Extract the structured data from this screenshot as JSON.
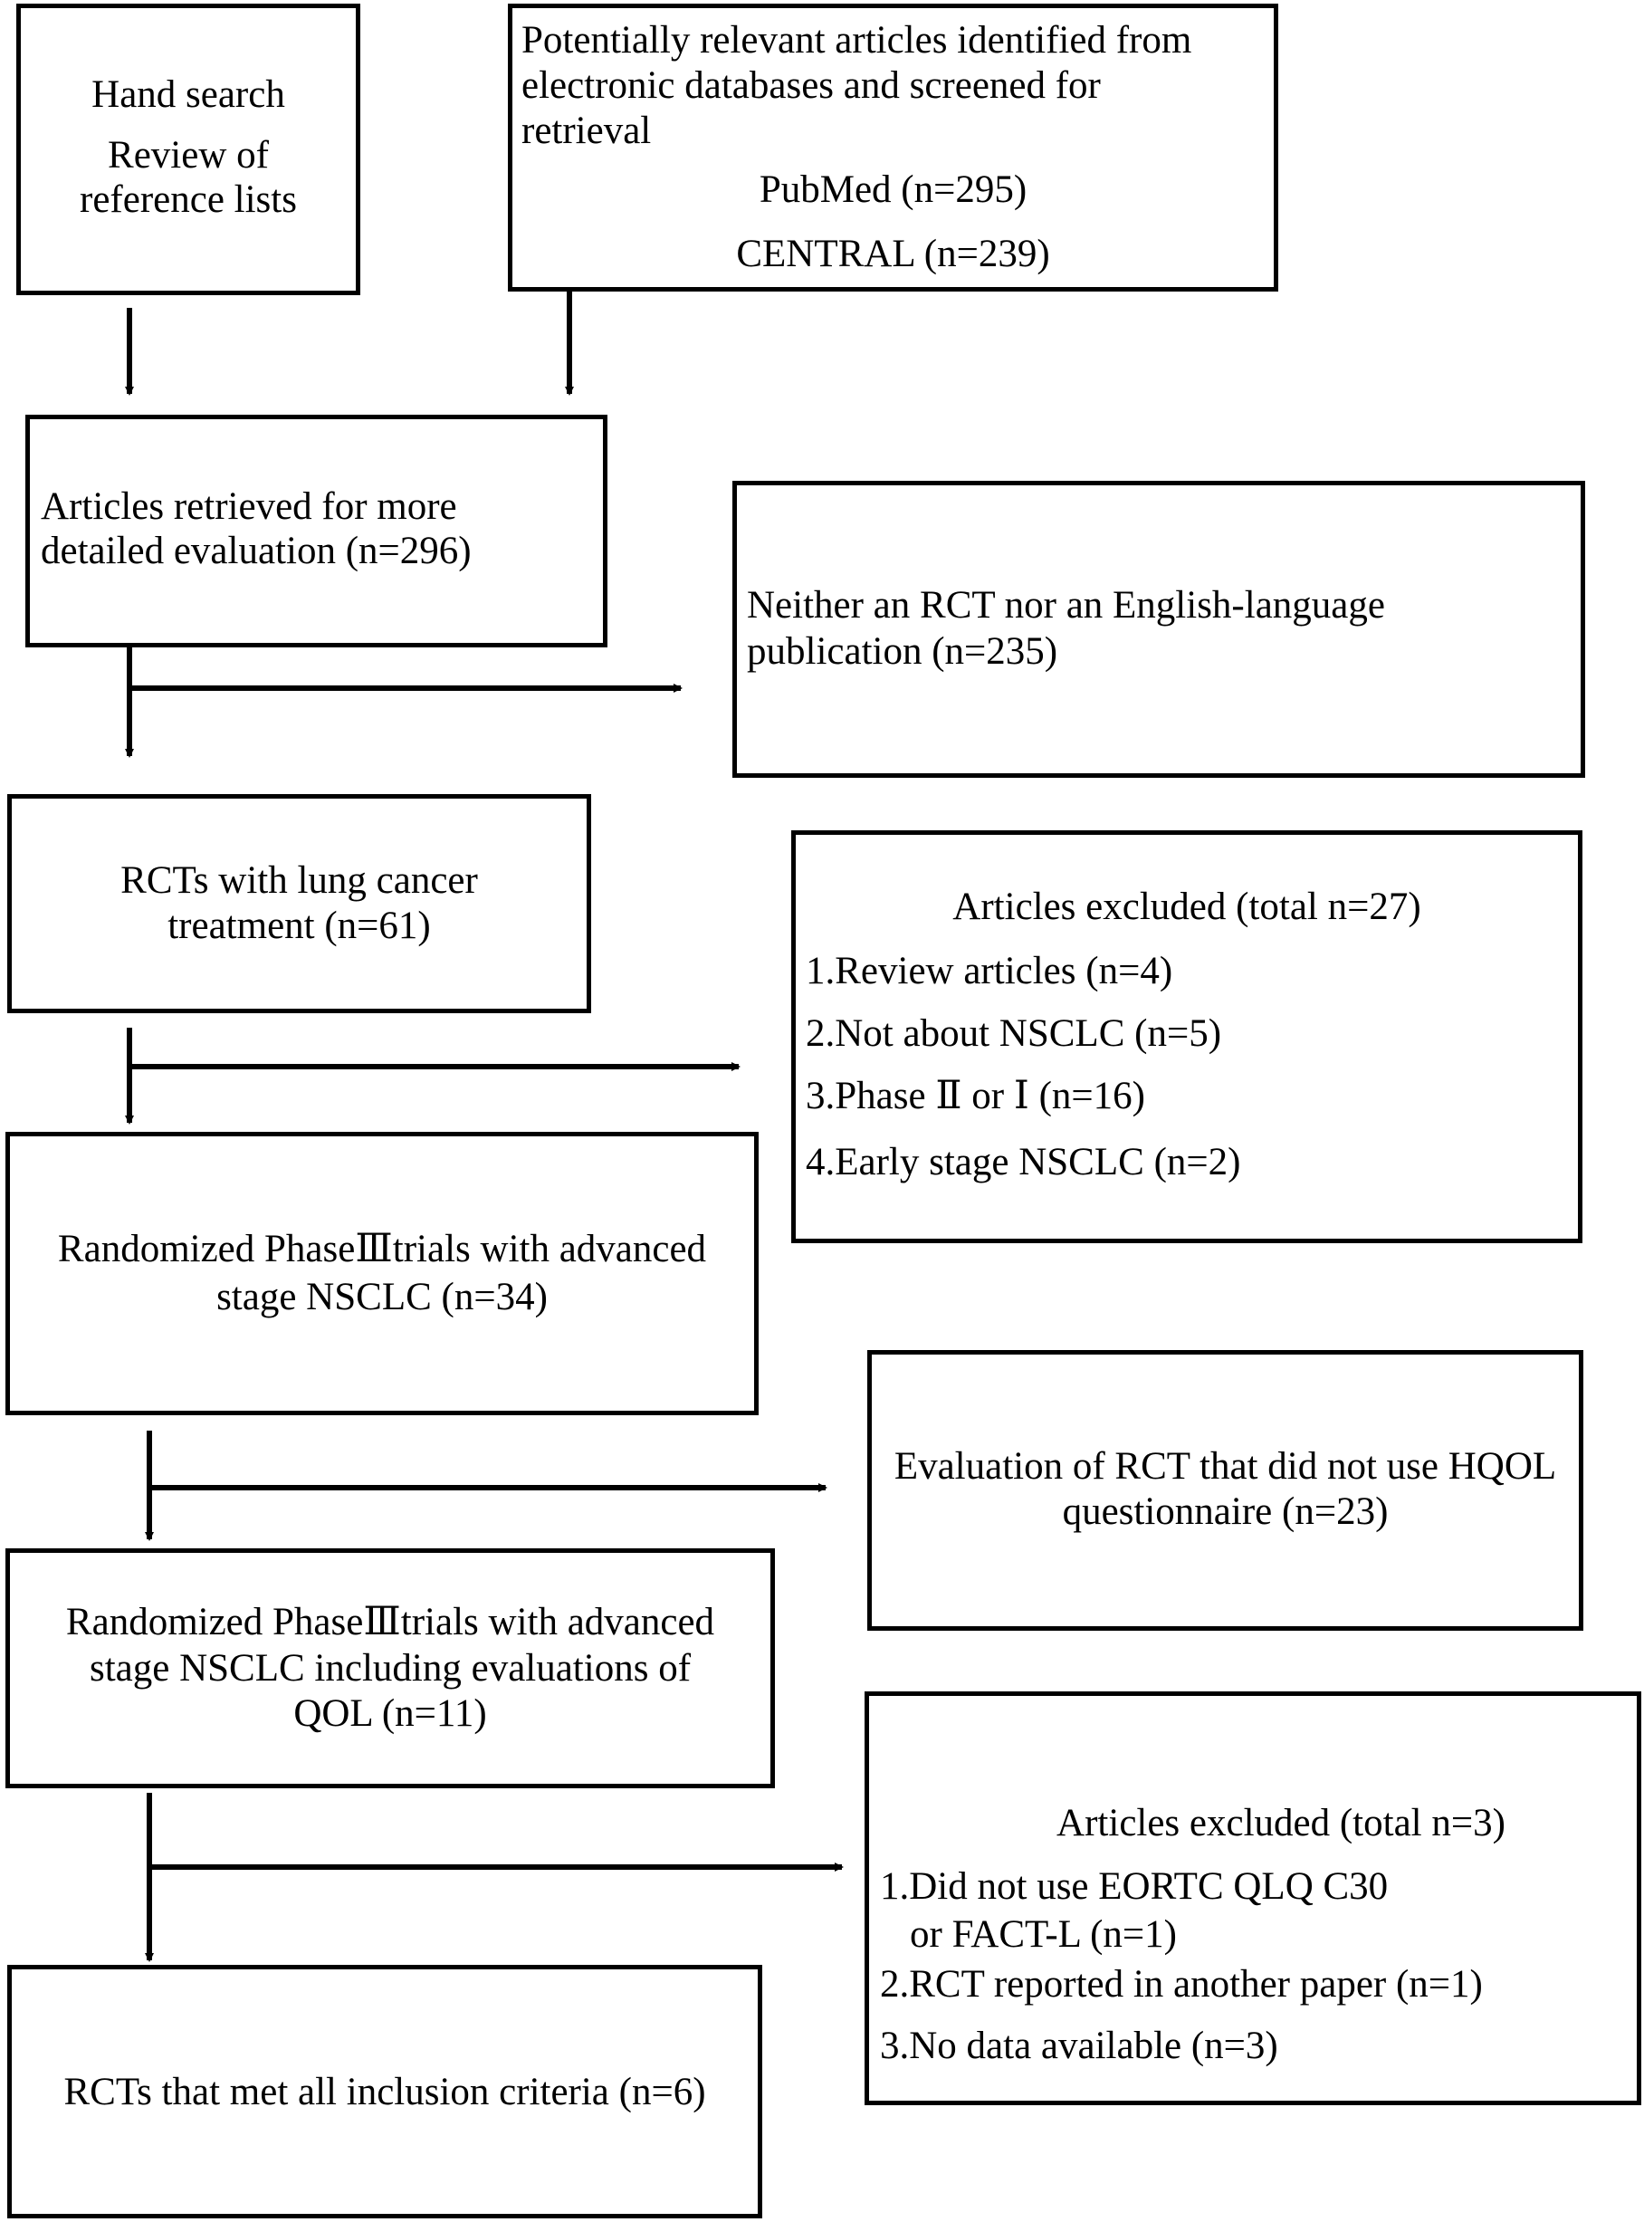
{
  "hand_search": {
    "line1": "Hand search",
    "line2": "Review of",
    "line3": "reference lists"
  },
  "databases": {
    "line1": "Potentially relevant articles identified from",
    "line2": "electronic databases and screened for",
    "line3": "retrieval",
    "pubmed": "PubMed (n=295)",
    "central": "CENTRAL (n=239)"
  },
  "retrieved": {
    "line1": "Articles retrieved for more",
    "line2": "detailed evaluation (n=296)"
  },
  "neither": {
    "line1": "Neither an RCT nor an English-language",
    "line2": "publication (n=235)"
  },
  "rcts_lung": {
    "line1": "RCTs with lung cancer",
    "line2": "treatment (n=61)"
  },
  "excluded_27": {
    "title": "Articles excluded (total n=27)",
    "items": [
      "1.Review articles (n=4)",
      "2.Not about NSCLC (n=5)",
      "3.Phase Ⅱ or Ⅰ (n=16)",
      "4.Early stage NSCLC (n=2)"
    ]
  },
  "phase3": {
    "line1": "Randomized PhaseⅢtrials with advanced",
    "line2": "stage NSCLC (n=34)"
  },
  "no_hqol": {
    "line1": "Evaluation of RCT that did not use HQOL",
    "line2": "questionnaire (n=23)"
  },
  "phase3_qol": {
    "line1": "Randomized PhaseⅢtrials with advanced",
    "line2": "stage NSCLC including  evaluations of",
    "line3": "QOL (n=11)"
  },
  "excluded_3": {
    "title": "Articles excluded (total n=3)",
    "items": [
      "1.Did not use EORTC QLQ C30",
      "or FACT-L (n=1)",
      "2.RCT reported in another paper (n=1)",
      "3.No data available (n=3)"
    ]
  },
  "final": {
    "line1": "RCTs that met all inclusion criteria (n=6)"
  }
}
